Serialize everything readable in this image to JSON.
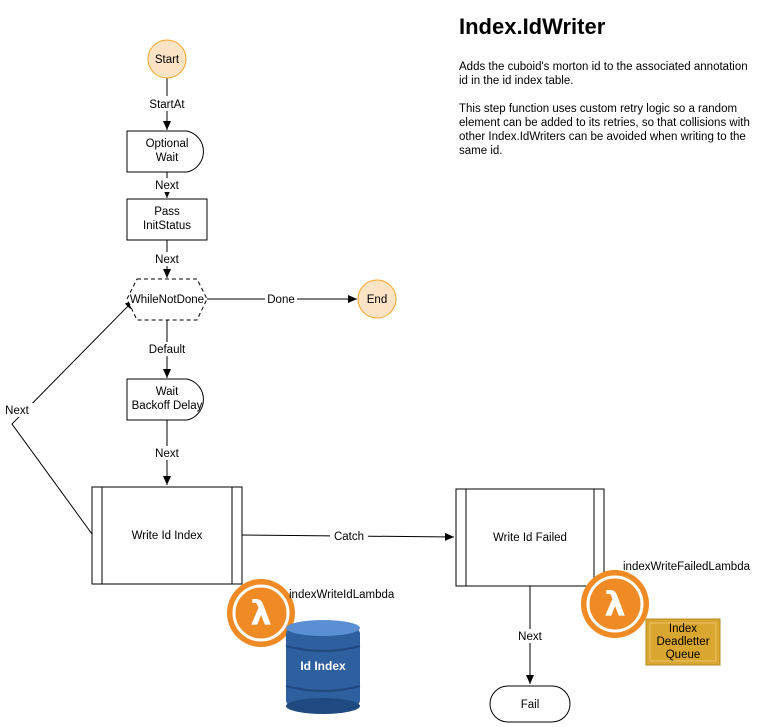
{
  "title": "Index.IdWriter",
  "description": {
    "p1": "Adds the cuboid's morton id to the associated annotation id in the id index table.",
    "p2": "This step function uses custom retry logic so a random element can be added to its retries, so that collisions with other Index.IdWriters can be avoided when writing to the same id."
  },
  "nodes": {
    "start": "Start",
    "optional_wait_1": "Optional",
    "optional_wait_2": "Wait",
    "pass_1": "Pass",
    "pass_2": "InitStatus",
    "while_not_done": "WhileNotDone",
    "end": "End",
    "wait_backoff_1": "Wait",
    "wait_backoff_2": "Backoff Delay",
    "write_id_index": "Write Id Index",
    "write_id_failed": "Write Id Failed",
    "fail": "Fail"
  },
  "edges": {
    "start_at": "StartAt",
    "next_1": "Next",
    "next_2": "Next",
    "done": "Done",
    "default": "Default",
    "next_3": "Next",
    "next_loop": "Next",
    "catch": "Catch",
    "next_fail": "Next"
  },
  "resources": {
    "lambda_write": "indexWriteIdLambda",
    "lambda_failed": "indexWriteFailedLambda",
    "dynamodb_table": "Id Index",
    "sqs_queue_1": "Index",
    "sqs_queue_2": "Deadletter",
    "sqs_queue_3": "Queue",
    "lambda_glyph": "λ"
  },
  "colors": {
    "start_end_fill": "#fde3c6",
    "start_end_stroke": "#f5a623",
    "lambda_orange": "#f08a24",
    "dynamo_blue": "#2e5f9e",
    "sqs_gold": "#d9a630"
  }
}
